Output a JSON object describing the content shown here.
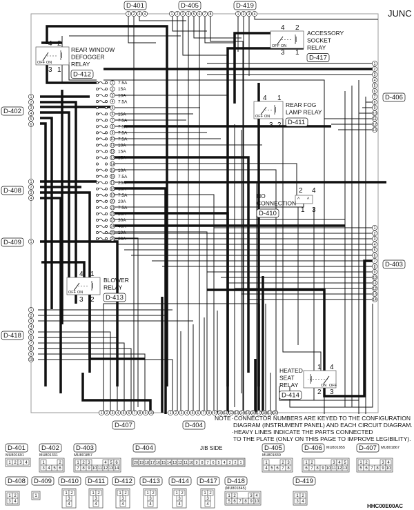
{
  "header": {
    "title_partial": "JUNC"
  },
  "connectors_top": [
    {
      "id": "D-401",
      "pins": [
        "1",
        "2",
        "3",
        "4"
      ]
    },
    {
      "id": "D-405",
      "pins": [
        "1",
        "2",
        "3",
        "4",
        "5",
        "6",
        "7",
        "8"
      ]
    },
    {
      "id": "D-419",
      "pins": [
        "1",
        "2",
        "3",
        "4"
      ]
    }
  ],
  "connectors_left": [
    {
      "id": "D-402",
      "pins": [
        "1",
        "2",
        "3",
        "4",
        "5",
        "6"
      ]
    },
    {
      "id": "D-408",
      "pins": [
        "1",
        "2",
        "3",
        "4"
      ]
    },
    {
      "id": "D-409",
      "pins": [
        "1"
      ]
    },
    {
      "id": "D-418",
      "pins": [
        "1",
        "2",
        "3",
        "4",
        "5",
        "6",
        "7",
        "8",
        "9",
        "10"
      ]
    }
  ],
  "connectors_right": [
    {
      "id": "D-406",
      "pins": [
        "1",
        "2",
        "3",
        "4",
        "5",
        "6",
        "7",
        "8",
        "9",
        "10",
        "11",
        "12",
        "13"
      ]
    },
    {
      "id": "D-403",
      "pins": [
        "1",
        "2",
        "3",
        "4",
        "5",
        "6",
        "7",
        "8",
        "9",
        "10",
        "11",
        "12",
        "13",
        "14"
      ]
    }
  ],
  "connectors_bottom": [
    {
      "id": "D-407",
      "pins": [
        "1",
        "2",
        "3",
        "4",
        "5",
        "6",
        "7",
        "8",
        "9",
        "10"
      ]
    },
    {
      "id": "D-404",
      "pins": [
        "1",
        "2",
        "3",
        "4",
        "5",
        "6",
        "7",
        "8",
        "9",
        "10",
        "11",
        "12",
        "13",
        "14",
        "15",
        "16",
        "17",
        "18",
        "19",
        "20"
      ]
    }
  ],
  "fuses": [
    {
      "no": "1",
      "rating": "7.5A"
    },
    {
      "no": "2",
      "rating": "15A"
    },
    {
      "no": "3",
      "rating": "10A"
    },
    {
      "no": "4",
      "rating": "7.5A"
    },
    {
      "no": "5",
      "rating": ""
    },
    {
      "no": "6",
      "rating": "15A"
    },
    {
      "no": "7",
      "rating": "7.5A"
    },
    {
      "no": "8",
      "rating": "7.5A"
    },
    {
      "no": "9",
      "rating": "7.5A"
    },
    {
      "no": "10",
      "rating": "7.5A"
    },
    {
      "no": "11",
      "rating": "10A"
    },
    {
      "no": "12",
      "rating": "15A"
    },
    {
      "no": "13",
      "rating": "15A"
    },
    {
      "no": "14",
      "rating": ""
    },
    {
      "no": "15",
      "rating": "10A"
    },
    {
      "no": "16",
      "rating": "7.5A"
    },
    {
      "no": "17",
      "rating": "20A"
    },
    {
      "no": "18",
      "rating": "10A"
    },
    {
      "no": "19",
      "rating": "7.5A"
    },
    {
      "no": "20",
      "rating": "20A"
    },
    {
      "no": "21",
      "rating": "7.5A"
    },
    {
      "no": "22",
      "rating": "30A"
    },
    {
      "no": "23",
      "rating": "30A"
    },
    {
      "no": "24",
      "rating": "40A"
    },
    {
      "no": "25",
      "rating": "10A"
    },
    {
      "no": "26",
      "rating": "20A"
    }
  ],
  "relays": {
    "rear_window": {
      "name_lines": [
        "REAR WINDOW",
        "DEFOGGER",
        "RELAY"
      ],
      "id": "D-412",
      "pins": [
        "4",
        "2",
        "3",
        "1"
      ]
    },
    "accessory": {
      "name_lines": [
        "ACCESSORY",
        "SOCKET",
        "RELAY"
      ],
      "id": "D-417",
      "pins": [
        "4",
        "2",
        "3",
        "1"
      ]
    },
    "rear_fog": {
      "name_lines": [
        "REAR FOG",
        "LAMP RELAY"
      ],
      "id": "D-411",
      "pins": [
        "4",
        "1",
        "3",
        "2"
      ]
    },
    "no_connection": {
      "name_lines": [
        "NO",
        "CONNECTION"
      ],
      "id": "D-410",
      "pins": [
        "2",
        "4",
        "1",
        "3"
      ]
    },
    "blower": {
      "name_lines": [
        "BLOWER",
        "RELAY"
      ],
      "id": "D-413",
      "pins": [
        "4",
        "1",
        "3",
        "2"
      ]
    },
    "heated_seat": {
      "name_lines": [
        "HEATED",
        "SEAT",
        "RELAY"
      ],
      "id": "D-414",
      "pins": [
        "1",
        "4",
        "2",
        "3"
      ]
    },
    "off_label": "OFF",
    "on_label": "ON"
  },
  "note": {
    "label": "NOTE",
    "lines": [
      "·CONNECTOR NUMBERS ARE KEYED TO THE CONFIGURATION",
      "DIAGRAM (INSTRUMENT PANEL) AND EACH CIRCUIT DIAGRAM.",
      "·HEAVY LINES INDICATE THE PARTS CONNECTED",
      "TO THE PLATE (ONLY ON THIS PAGE TO IMPROVE LEGIBILITY)."
    ]
  },
  "jb_side_label": "J/B SIDE",
  "connector_views": [
    {
      "id": "D-401",
      "part": "MU801691",
      "rows": [
        [
          "1",
          "2",
          "3",
          "4"
        ]
      ]
    },
    {
      "id": "D-402",
      "part": "MU801331",
      "rows": [
        [
          "1",
          "",
          "",
          "2"
        ],
        [
          "3",
          "4",
          "5",
          "6"
        ]
      ]
    },
    {
      "id": "D-403",
      "part": "MU801857",
      "rows": [
        [
          "1",
          "2",
          "3",
          "",
          "",
          "4",
          "5",
          "6"
        ],
        [
          "7",
          "8",
          "9",
          "10",
          "11",
          "12",
          "13",
          "14"
        ]
      ]
    },
    {
      "id": "D-404",
      "part": "",
      "rows": [
        [
          "20",
          "19",
          "18",
          "17",
          "16",
          "15",
          "14",
          "13",
          "12",
          "11",
          "10",
          "9",
          "8",
          "7",
          "6",
          "5",
          "4",
          "3",
          "2",
          "1"
        ]
      ]
    },
    {
      "id": "D-405",
      "part": "MU801839",
      "rows": [
        [
          "1",
          "",
          "",
          "2",
          "3"
        ],
        [
          "4",
          "5",
          "6",
          "7",
          "8"
        ]
      ]
    },
    {
      "id": "D-406",
      "part": "MU801855",
      "rows": [
        [
          "1",
          "2",
          "",
          "",
          "",
          "3",
          "4",
          "5"
        ],
        [
          "6",
          "7",
          "8",
          "9",
          "10",
          "11",
          "12",
          "13"
        ]
      ]
    },
    {
      "id": "D-407",
      "part": "MU801867",
      "rows": [
        [
          "1",
          "2",
          "",
          "",
          "3",
          "4"
        ],
        [
          "5",
          "6",
          "7",
          "8",
          "9",
          "10"
        ]
      ]
    },
    {
      "id": "D-408",
      "part": "",
      "rows": [
        [
          "1",
          "2"
        ],
        [
          "3",
          "4"
        ]
      ]
    },
    {
      "id": "D-409",
      "part": "",
      "rows": [
        [
          "1"
        ]
      ]
    },
    {
      "id": "D-410",
      "part": "",
      "rows": [
        [
          "1",
          "2"
        ],
        [
          "3"
        ],
        [
          "4"
        ]
      ]
    },
    {
      "id": "D-411",
      "part": "",
      "rows": [
        [
          "1",
          "2"
        ],
        [
          "3"
        ],
        [
          "4"
        ]
      ]
    },
    {
      "id": "D-412",
      "part": "",
      "rows": [
        [
          "1",
          "2"
        ],
        [
          "3"
        ],
        [
          "4"
        ]
      ]
    },
    {
      "id": "D-413",
      "part": "",
      "rows": [
        [
          "1",
          "2"
        ],
        [
          "3"
        ],
        [
          "4"
        ]
      ]
    },
    {
      "id": "D-414",
      "part": "",
      "rows": [
        [
          "1",
          "2"
        ],
        [
          "3"
        ],
        [
          "4"
        ]
      ]
    },
    {
      "id": "D-417",
      "part": "",
      "rows": [
        [
          "1",
          "2"
        ],
        [
          "3"
        ],
        [
          "4"
        ]
      ]
    },
    {
      "id": "D-418",
      "part": "(MU801845)",
      "rows": [
        [
          "1",
          "2",
          "",
          "",
          "3",
          "4"
        ],
        [
          "5",
          "6",
          "7",
          "8",
          "9",
          "10"
        ]
      ]
    },
    {
      "id": "D-419",
      "part": "",
      "rows": [
        [
          "1",
          "2"
        ],
        [
          "3",
          "4"
        ]
      ]
    }
  ],
  "figure_code": "HHC00E00AC"
}
